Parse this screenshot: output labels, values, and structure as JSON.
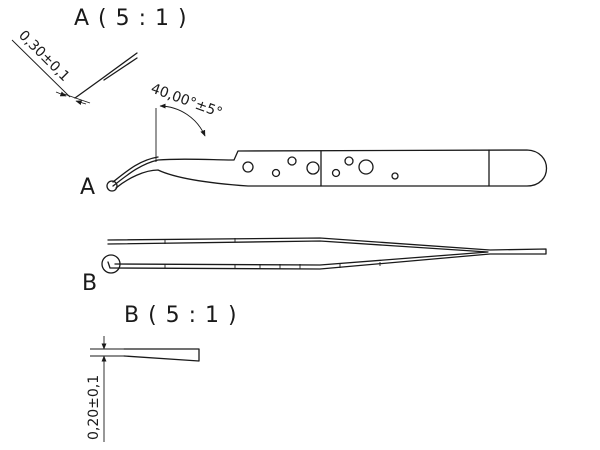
{
  "drawing": {
    "detail_a_title": "A ( 5 : 1 )",
    "detail_b_title": "B ( 5 : 1 )",
    "label_a": "A",
    "label_b": "B",
    "dim_tip_thickness_a": "0,30±0,1",
    "dim_bend_angle": "40,00°±5°",
    "dim_tip_thickness_b": "0,20±0,1"
  }
}
